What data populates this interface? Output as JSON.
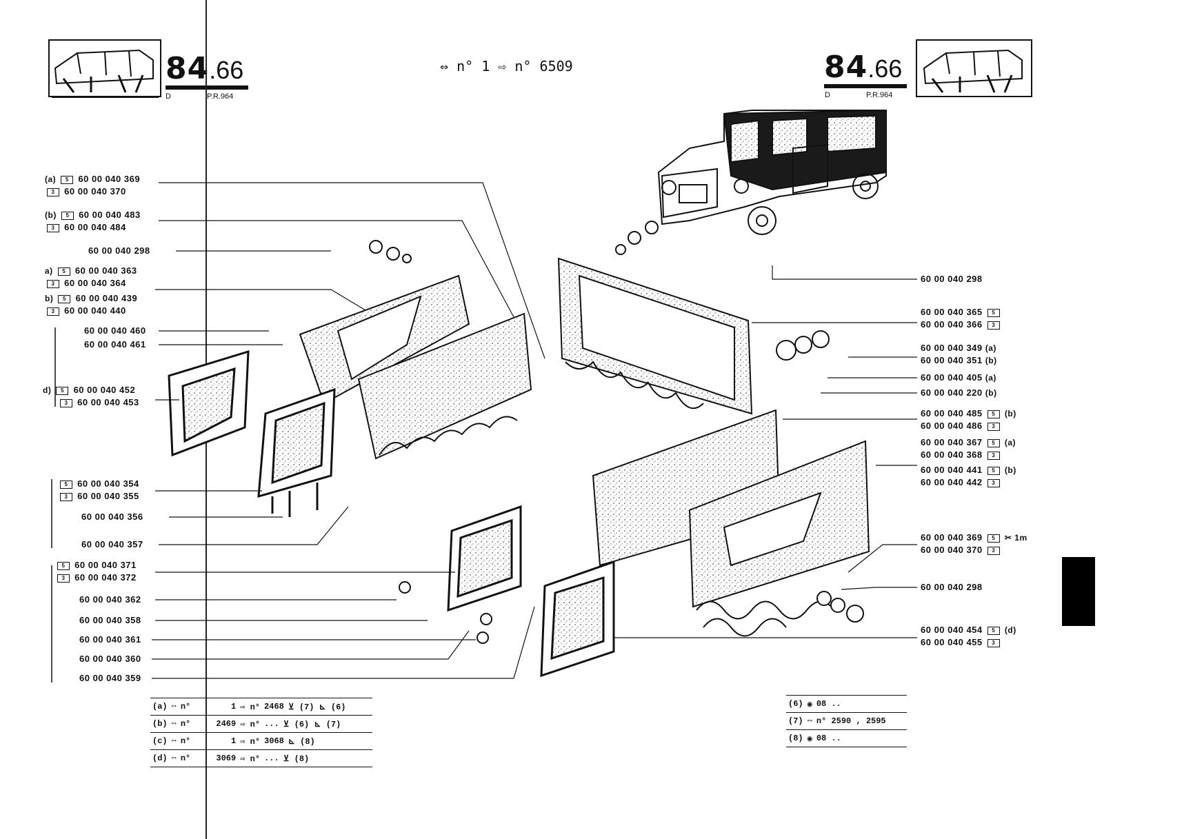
{
  "header": {
    "page_big": "84",
    "page_small": ".66",
    "left_sub_d": "D",
    "left_sub_pr": "P.R.964",
    "right_sub_d": "D",
    "right_sub_pr": "P.R.964",
    "range_text": "n° 1 ⇨ n° 6509"
  },
  "left_labels": [
    {
      "prefix": "(a)",
      "box": "5",
      "ref": "60 00 040 369"
    },
    {
      "prefix": "",
      "box": "3",
      "ref": "60 00 040 370"
    },
    {
      "prefix": "(b)",
      "box": "5",
      "ref": "60 00 040 483"
    },
    {
      "prefix": "",
      "box": "3",
      "ref": "60 00 040 484"
    },
    {
      "prefix": "",
      "box": "",
      "ref": "60 00 040 298"
    },
    {
      "prefix": "a)",
      "box": "5",
      "ref": "60 00 040 363"
    },
    {
      "prefix": "",
      "box": "3",
      "ref": "60 00 040 364"
    },
    {
      "prefix": "b)",
      "box": "5",
      "ref": "60 00 040 439"
    },
    {
      "prefix": "",
      "box": "3",
      "ref": "60 00 040 440"
    },
    {
      "prefix": "",
      "box": "",
      "ref": "60 00 040 460"
    },
    {
      "prefix": "",
      "box": "",
      "ref": "60 00 040 461"
    },
    {
      "prefix": "d)",
      "box": "5",
      "ref": "60 00 040 452"
    },
    {
      "prefix": "",
      "box": "3",
      "ref": "60 00 040 453"
    },
    {
      "prefix": "",
      "box": "5",
      "ref": "60 00 040 354"
    },
    {
      "prefix": "",
      "box": "3",
      "ref": "60 00 040 355"
    },
    {
      "prefix": "",
      "box": "",
      "ref": "60 00 040 356"
    },
    {
      "prefix": "",
      "box": "",
      "ref": "60 00 040 357"
    },
    {
      "prefix": "",
      "box": "5",
      "ref": "60 00 040 371"
    },
    {
      "prefix": "",
      "box": "3",
      "ref": "60 00 040 372"
    },
    {
      "prefix": "",
      "box": "",
      "ref": "60 00 040 362"
    },
    {
      "prefix": "",
      "box": "",
      "ref": "60 00 040 358"
    },
    {
      "prefix": "",
      "box": "",
      "ref": "60 00 040 361"
    },
    {
      "prefix": "",
      "box": "",
      "ref": "60 00 040 360"
    },
    {
      "prefix": "",
      "box": "",
      "ref": "60 00 040 359"
    }
  ],
  "right_labels": [
    {
      "ref": "60 00 040 298",
      "box": "",
      "suffix": ""
    },
    {
      "ref": "60 00 040 365",
      "box": "5",
      "suffix": ""
    },
    {
      "ref": "60 00 040 366",
      "box": "3",
      "suffix": ""
    },
    {
      "ref": "60 00 040 349",
      "box": "",
      "suffix": "(a)"
    },
    {
      "ref": "60 00 040 351",
      "box": "",
      "suffix": "(b)"
    },
    {
      "ref": "60 00 040 405",
      "box": "",
      "suffix": "(a)"
    },
    {
      "ref": "60 00 040 220",
      "box": "",
      "suffix": "(b)"
    },
    {
      "ref": "60 00 040 485",
      "box": "5",
      "suffix": "(b)"
    },
    {
      "ref": "60 00 040 486",
      "box": "3",
      "suffix": ""
    },
    {
      "ref": "60 00 040 367",
      "box": "5",
      "suffix": "(a)"
    },
    {
      "ref": "60 00 040 368",
      "box": "3",
      "suffix": ""
    },
    {
      "ref": "60 00 040 441",
      "box": "5",
      "suffix": "(b)"
    },
    {
      "ref": "60 00 040 442",
      "box": "3",
      "suffix": ""
    },
    {
      "ref": "60 00 040 369",
      "box": "5",
      "suffix": "✂ 1m"
    },
    {
      "ref": "60 00 040 370",
      "box": "3",
      "suffix": ""
    },
    {
      "ref": "60 00 040 298",
      "box": "",
      "suffix": ""
    },
    {
      "ref": "60 00 040 454",
      "box": "5",
      "suffix": "(d)"
    },
    {
      "ref": "60 00 040 455",
      "box": "3",
      "suffix": ""
    }
  ],
  "footnotes_left": [
    {
      "tag": "(a)",
      "sym": "n°",
      "from": "1",
      "arrow": "⇨ n°",
      "to": "2468",
      "notes": "⊻ (7) ⊾ (6)"
    },
    {
      "tag": "(b)",
      "sym": "n°",
      "from": "2469",
      "arrow": "⇨ n°",
      "to": "...",
      "notes": "⊻ (6) ⊾ (7)"
    },
    {
      "tag": "(c)",
      "sym": "n°",
      "from": "1",
      "arrow": "⇨ n°",
      "to": "3068",
      "notes": "⊾ (8)"
    },
    {
      "tag": "(d)",
      "sym": "n°",
      "from": "3069",
      "arrow": "⇨ n°",
      "to": "...",
      "notes": "⊻ (8)"
    }
  ],
  "footnotes_right": [
    {
      "tag": "(6)",
      "text": "08 .."
    },
    {
      "tag": "(7)",
      "text": "n° 2590 , 2595"
    },
    {
      "tag": "(8)",
      "text": "08 .."
    }
  ],
  "colors": {
    "ink": "#111111",
    "tab": "#000000",
    "paper": "#ffffff"
  }
}
